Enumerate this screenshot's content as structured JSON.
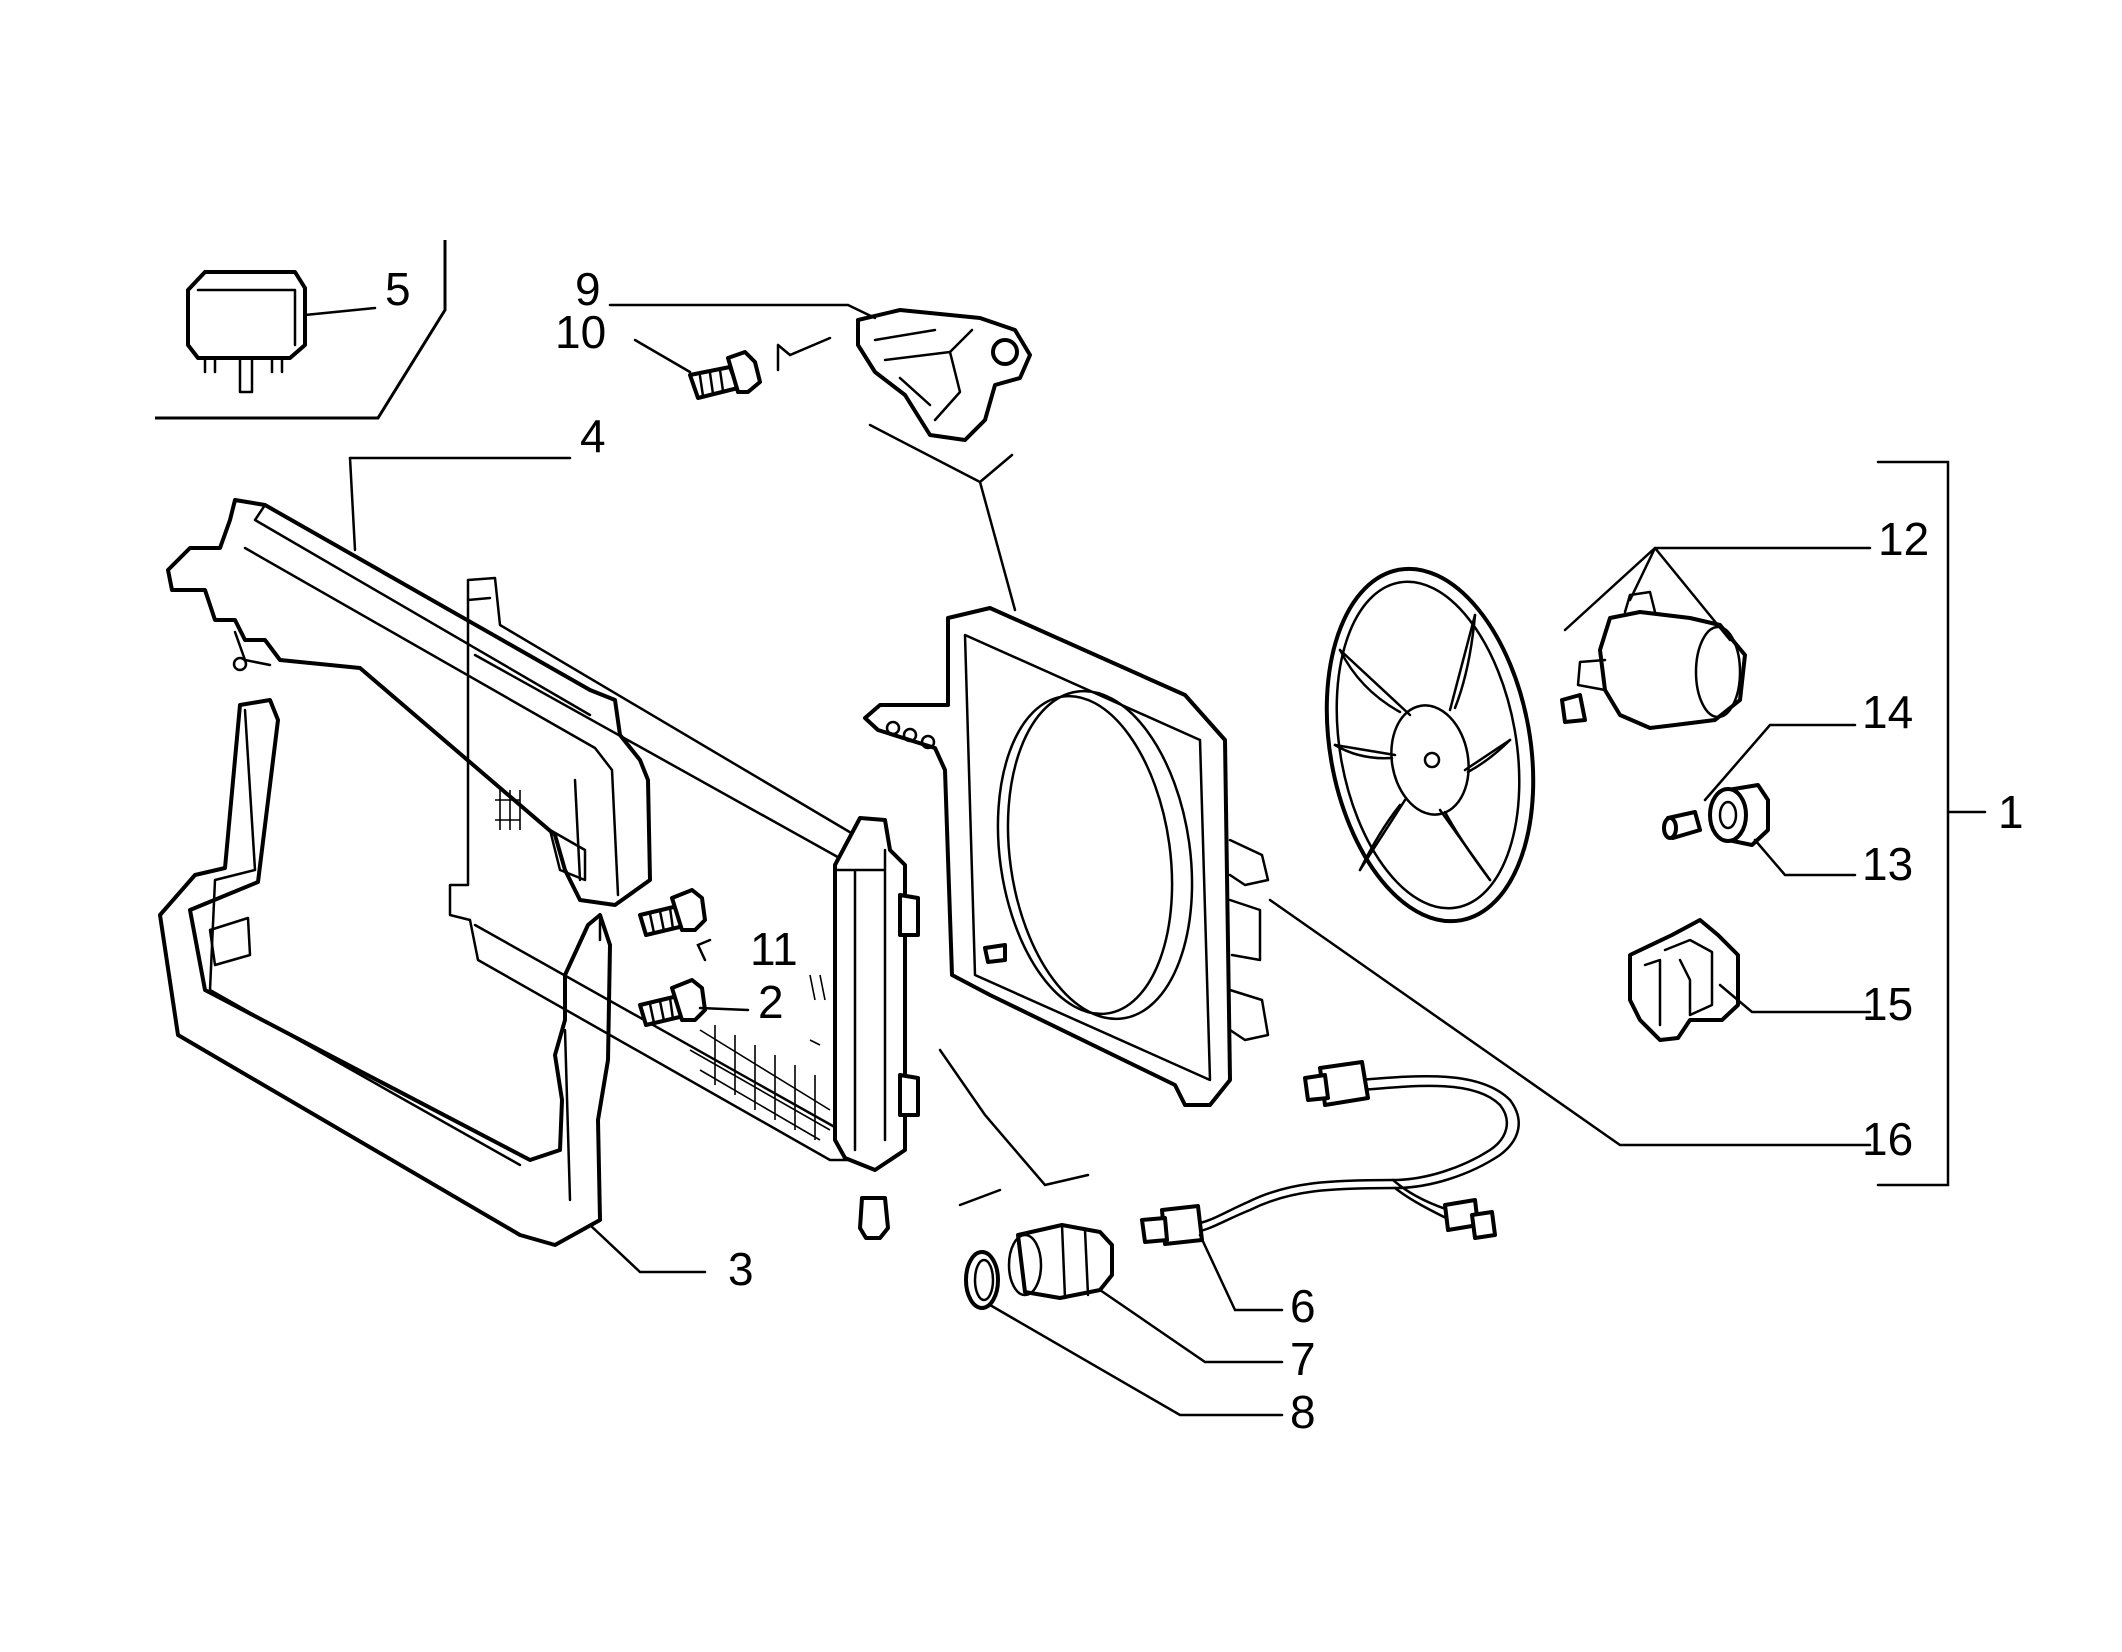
{
  "colors": {
    "background": "#ffffff",
    "ink": "#000000"
  },
  "callouts": {
    "c1": "1",
    "c2": "2",
    "c3": "3",
    "c4": "4",
    "c5": "5",
    "c6": "6",
    "c7": "7",
    "c8": "8",
    "c9": "9",
    "c10": "10",
    "c11": "11",
    "c12": "12",
    "c13": "13",
    "c14": "14",
    "c15": "15",
    "c16": "16"
  },
  "parts": [
    {
      "ref": "1",
      "name": "electric-fan-assembly-bracket"
    },
    {
      "ref": "2",
      "name": "screw"
    },
    {
      "ref": "3",
      "name": "lower-cross-member"
    },
    {
      "ref": "4",
      "name": "upper-cross-member"
    },
    {
      "ref": "5",
      "name": "relay"
    },
    {
      "ref": "6",
      "name": "wiring-harness"
    },
    {
      "ref": "7",
      "name": "thermal-switch"
    },
    {
      "ref": "8",
      "name": "seal-ring"
    },
    {
      "ref": "9",
      "name": "bracket"
    },
    {
      "ref": "10",
      "name": "screw"
    },
    {
      "ref": "11",
      "name": "screw"
    },
    {
      "ref": "12",
      "name": "fan-and-motor"
    },
    {
      "ref": "13",
      "name": "bush"
    },
    {
      "ref": "14",
      "name": "spacer"
    },
    {
      "ref": "15",
      "name": "connector-clip"
    },
    {
      "ref": "16",
      "name": "shroud"
    }
  ]
}
